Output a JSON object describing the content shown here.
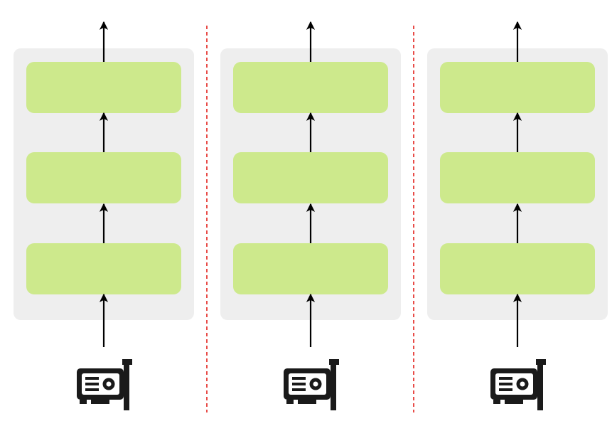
{
  "colors": {
    "background": "#ffffff",
    "panel": "#eeeeee",
    "block": "#cde98c",
    "arrow": "#000000",
    "divider": "#e53935",
    "device": "#1a1a1a"
  },
  "icons": {
    "device": "gpu-card-icon"
  },
  "diagram": {
    "columns": [
      {
        "id": "column-1",
        "blocks": 3
      },
      {
        "id": "column-2",
        "blocks": 3
      },
      {
        "id": "column-3",
        "blocks": 3
      }
    ],
    "dividers": 2
  }
}
